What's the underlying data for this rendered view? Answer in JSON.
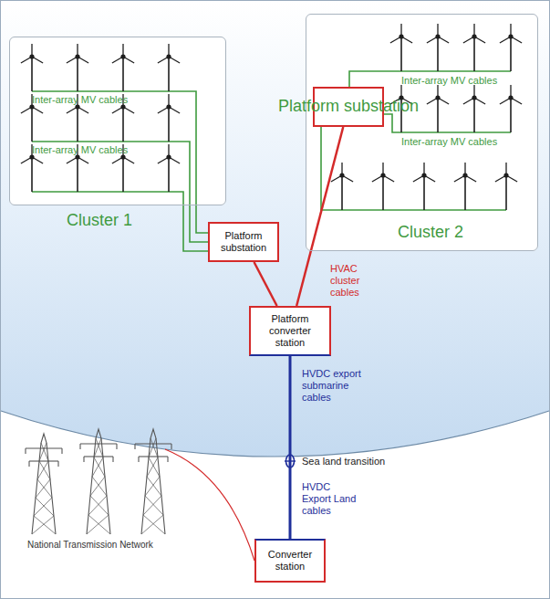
{
  "diagram": {
    "nodes": [
      {
        "text": [
          "Cluster 1"
        ]
      },
      {
        "text": [
          "Platform substation"
        ]
      },
      {
        "text": [
          "Cluster 2"
        ]
      },
      {
        "text": [
          "Platform substation"
        ],
        "in": 2
      },
      {
        "text": [
          "Platform converter station"
        ]
      },
      {
        "text": [
          "Converter station"
        ]
      }
    ],
    "edges": [
      {
        "from": 1,
        "to": 4,
        "arrow": "none"
      },
      {
        "from": 3,
        "to": 4,
        "arrow": "none"
      },
      {
        "from": 4,
        "to": 5,
        "arrow": "none"
      }
    ],
    "labels": [
      "Inter-array MV cables",
      "Inter-array MV cables",
      "Inter-array MV cables",
      "Inter-array MV cables",
      "HVAC cluster cables",
      "HVDC export submarine cables",
      "Sea land transition",
      "HVDC Export Land cables",
      "National Transmission Network"
    ]
  }
}
